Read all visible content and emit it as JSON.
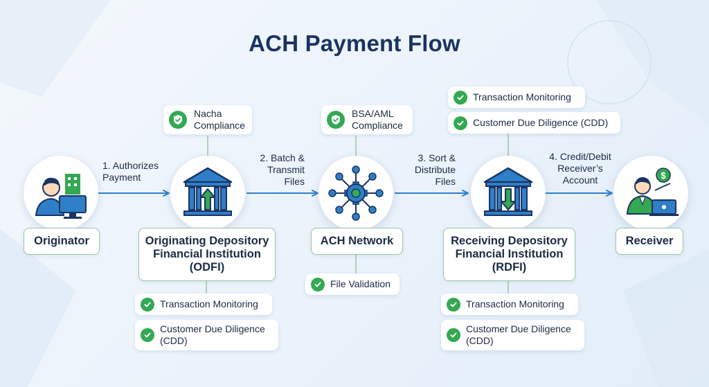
{
  "title": "ACH Payment Flow",
  "colors": {
    "accent_blue": "#2f7fc8",
    "navy": "#1a3461",
    "check_green": "#34a853",
    "border_green": "#9cc5a6",
    "connector": "#9cc5a6"
  },
  "nodes": {
    "originator": {
      "label": "Originator",
      "icon": "person-computer-building-icon"
    },
    "odfi": {
      "label": "Originating Depository\nFinancial Institution\n(ODFI)",
      "icon": "bank-arrow-up-icon"
    },
    "ach": {
      "label": "ACH Network",
      "icon": "network-gear-icon"
    },
    "rdfi": {
      "label": "Receiving Depository\nFinancial Institution\n(RDFI)",
      "icon": "bank-arrow-down-icon"
    },
    "receiver": {
      "label": "Receiver",
      "icon": "person-laptop-dollar-icon"
    }
  },
  "steps": {
    "step1": "1. Authorizes\nPayment",
    "step2": "2. Batch &\nTransmit\nFiles",
    "step3": "3. Sort &\nDistribute\nFiles",
    "step4": "4. Credit/Debit\nReceiver’s\nAccount"
  },
  "compliance": {
    "odfi_top": "Nacha\nCompliance",
    "ach_top": "BSA/AML\nCompliance",
    "rdfi_top_1": "Transaction Monitoring",
    "rdfi_top_2": "Customer Due Diligence (CDD)",
    "odfi_bottom_1": "Transaction Monitoring",
    "odfi_bottom_2": "Customer Due Diligence\n(CDD)",
    "ach_bottom": "File Validation",
    "rdfi_bottom_1": "Transaction Monitoring",
    "rdfi_bottom_2": "Customer Due Diligence\n(CDD)"
  }
}
